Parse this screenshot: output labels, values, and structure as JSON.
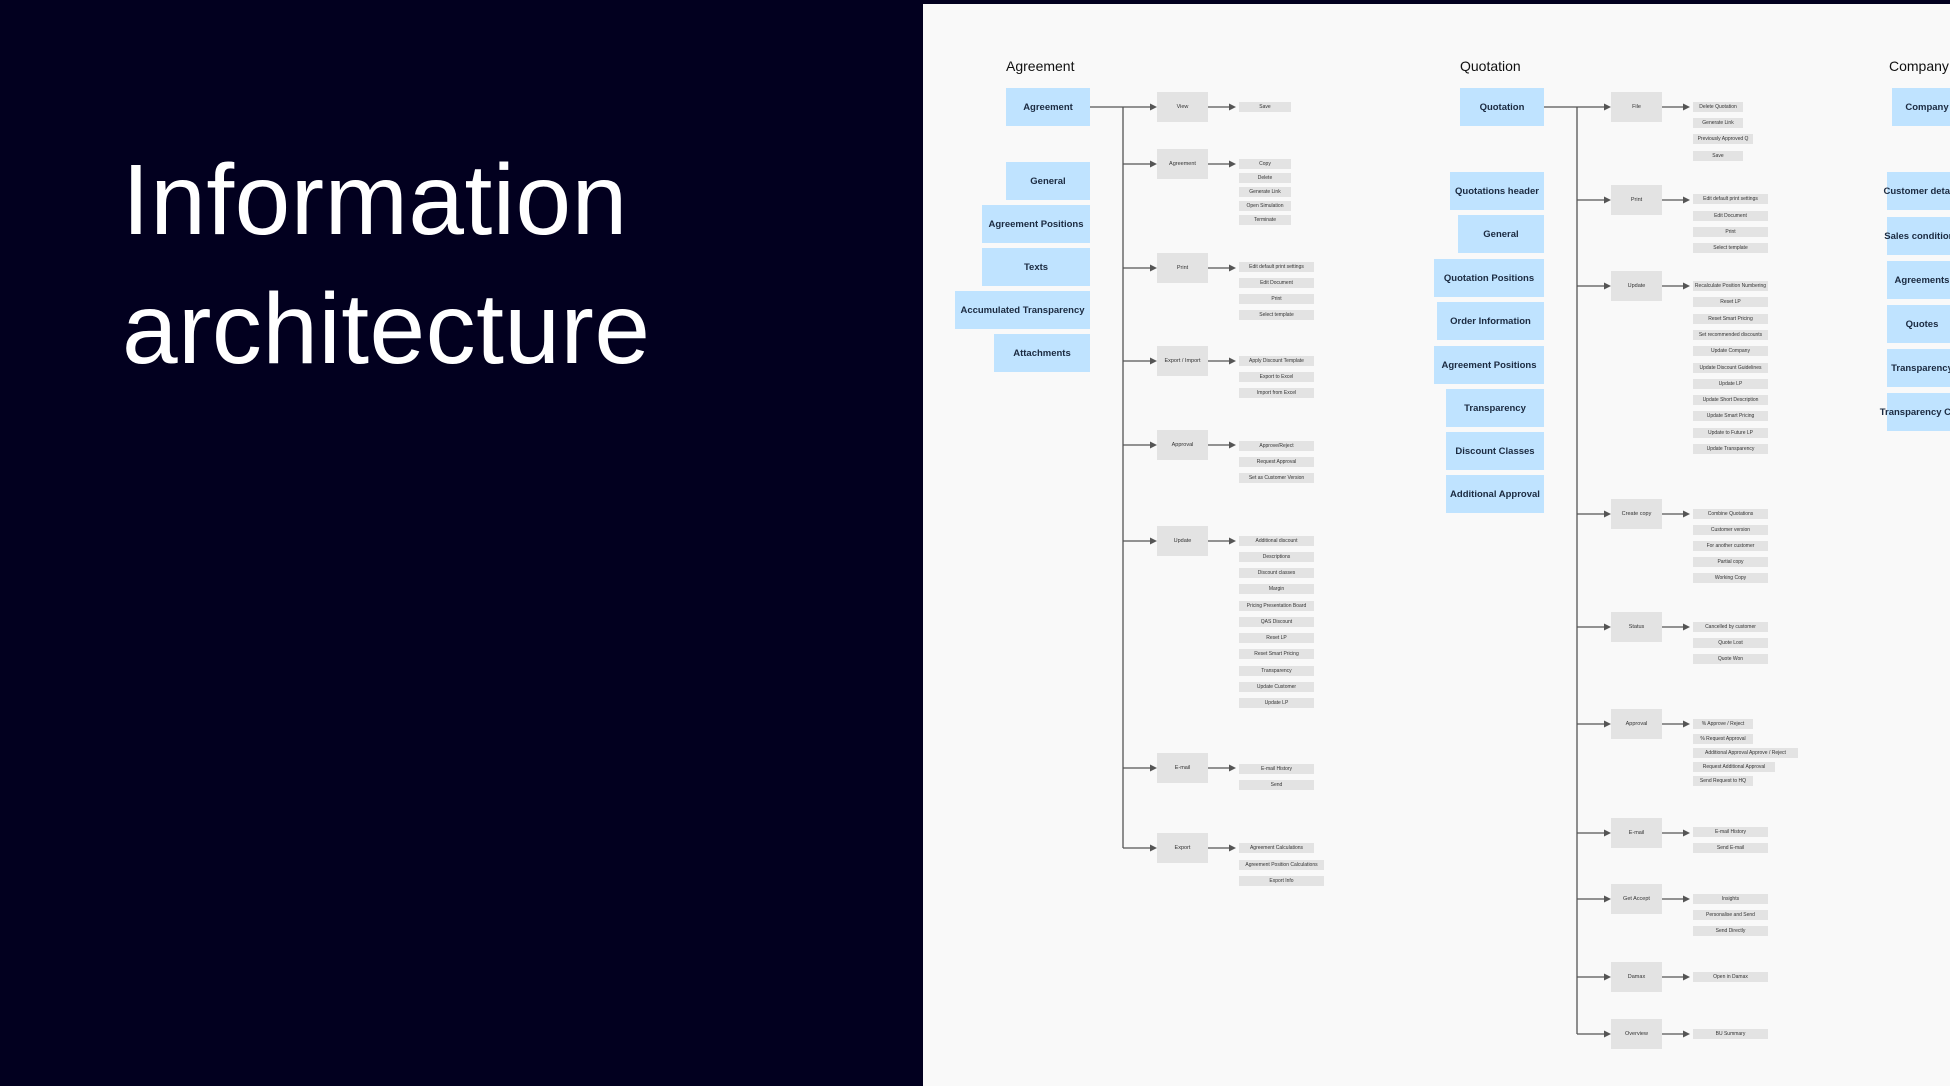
{
  "slide": {
    "title_line1": "Information",
    "title_line2": "architecture"
  },
  "columns": [
    {
      "key": "agreement",
      "title": "Agreement",
      "root": "Agreement",
      "sections": [
        "General",
        "Agreement Positions",
        "Texts",
        "Accumulated Transparency",
        "Attachments"
      ],
      "branches": [
        {
          "label": "View",
          "items": [
            "Save"
          ]
        },
        {
          "label": "Agreement",
          "items": [
            "Copy",
            "Delete",
            "Generate Link",
            "Open Simulation",
            "Terminate"
          ]
        },
        {
          "label": "Print",
          "items": [
            "Edit default print settings",
            "Edit Document",
            "Print",
            "Select template"
          ]
        },
        {
          "label": "Export / Import",
          "items": [
            "Apply Discount Template",
            "Export to Excel",
            "Import from Excel"
          ]
        },
        {
          "label": "Approval",
          "items": [
            "Approve/Reject",
            "Request Approval",
            "Set as Customer Version"
          ]
        },
        {
          "label": "Update",
          "items": [
            "Additional discount",
            "Descriptions",
            "Discount classes",
            "Margin",
            "Pricing Presentation Board",
            "QAS Discount",
            "Reset LP",
            "Reset Smart Pricing",
            "Transparency",
            "Update Customer",
            "Update LP"
          ]
        },
        {
          "label": "E-mail",
          "items": [
            "E-mail History",
            "Send"
          ]
        },
        {
          "label": "Export",
          "items": [
            "Agreement Calculations",
            "Agreement Position Calculations",
            "Export Info"
          ]
        }
      ]
    },
    {
      "key": "quotation",
      "title": "Quotation",
      "root": "Quotation",
      "sections": [
        "Quotations header",
        "General",
        "Quotation Positions",
        "Order Information",
        "Agreement Positions",
        "Transparency",
        "Discount Classes",
        "Additional Approval"
      ],
      "branches": [
        {
          "label": "File",
          "items": [
            "Delete Quotation",
            "Generate Link",
            "Previously Approved Q",
            "Save"
          ]
        },
        {
          "label": "Print",
          "items": [
            "Edit default print settings",
            "Edit Document",
            "Print",
            "Select template"
          ]
        },
        {
          "label": "Update",
          "items": [
            "Recalculate Position Numbering",
            "Reset LP",
            "Reset Smart Pricing",
            "Set recommended discounts",
            "Update Company",
            "Update Discount Guidelines",
            "Update LP",
            "Update Short Description",
            "Update Smart Pricing",
            "Update to Future LP",
            "Update Transparency"
          ]
        },
        {
          "label": "Create copy",
          "items": [
            "Combine Quotations",
            "Customer version",
            "For another customer",
            "Partial copy",
            "Working Copy"
          ]
        },
        {
          "label": "Status",
          "items": [
            "Cancelled by customer",
            "Quote Lost",
            "Quote Won"
          ]
        },
        {
          "label": "Approval",
          "items": [
            "% Approve / Reject",
            "% Request Approval",
            "Additional Approval Approve / Reject",
            "Request Additional Approval",
            "Send Request to HQ"
          ]
        },
        {
          "label": "E-mail",
          "items": [
            "E-mail History",
            "Send E-mail"
          ]
        },
        {
          "label": "Get Accept",
          "items": [
            "Insights",
            "Personalise and Send",
            "Send Directly"
          ]
        },
        {
          "label": "Damax",
          "items": [
            "Open in Damax"
          ]
        },
        {
          "label": "Overview",
          "items": [
            "BU Summary"
          ]
        }
      ]
    },
    {
      "key": "company",
      "title": "Company",
      "root": "Company",
      "sections": [
        "Customer details",
        "Sales conditions",
        "Agreements",
        "Quotes",
        "Transparency",
        "Transparency Calc"
      ]
    }
  ],
  "colors": {
    "background_dark": "#02001f",
    "board": "#f9f9f9",
    "blue_box": "#bfe3ff",
    "grey_box": "#e3e3e3",
    "connector": "#555555"
  }
}
